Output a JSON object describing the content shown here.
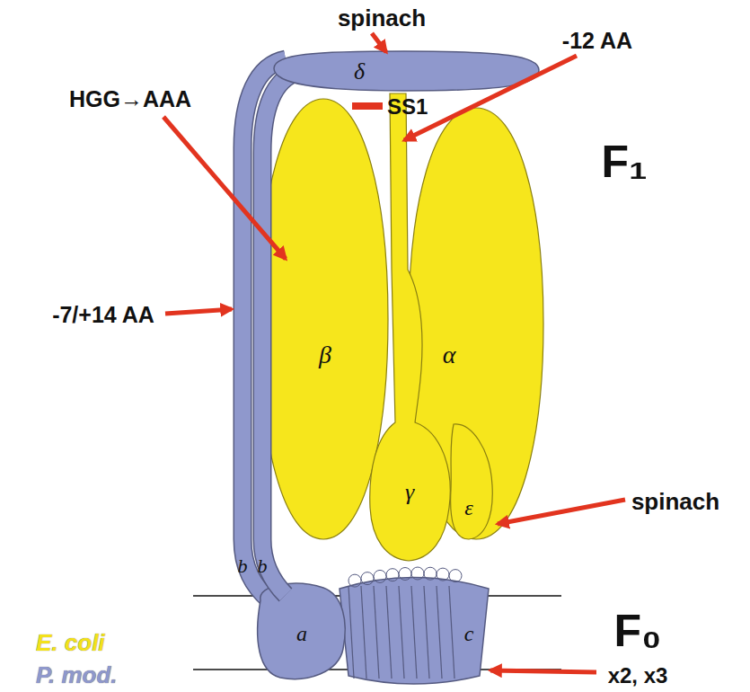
{
  "diagram": {
    "nodes": [
      {
        "text": [
          "δ"
        ]
      },
      {
        "text": [
          "β"
        ]
      },
      {
        "text": [
          "α"
        ]
      },
      {
        "text": [
          "γ"
        ]
      },
      {
        "text": [
          "ε"
        ]
      },
      {
        "text": [
          "b"
        ]
      },
      {
        "text": [
          "b"
        ]
      },
      {
        "text": [
          "a"
        ]
      },
      {
        "text": [
          "c"
        ]
      }
    ],
    "labels": [
      "spinach",
      "HGG→AAA",
      "SS1",
      "-12 AA",
      "F₁",
      "-7/+14 AA",
      "spinach",
      "F₀",
      "x2, x3"
    ],
    "legend": [
      {
        "text": "E. coli",
        "color": "#f3e11a"
      },
      {
        "text": "P. mod.",
        "color": "#8f98cc"
      }
    ]
  }
}
